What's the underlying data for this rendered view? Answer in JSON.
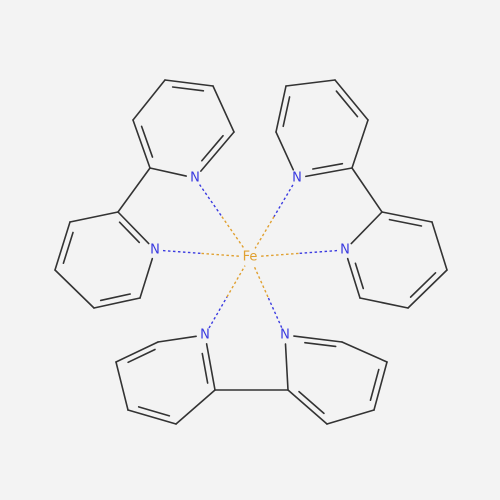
{
  "colors": {
    "background": "#f3f3f3",
    "bond": "#333333",
    "nitrogen": "#3a3ae0",
    "iron": "#e0a030"
  },
  "atom_labels": {
    "iron": "Fe",
    "nitrogen": "N"
  },
  "ligand_count": 3,
  "coordination_bonds": 6,
  "coordination_bond_style": "dashed"
}
